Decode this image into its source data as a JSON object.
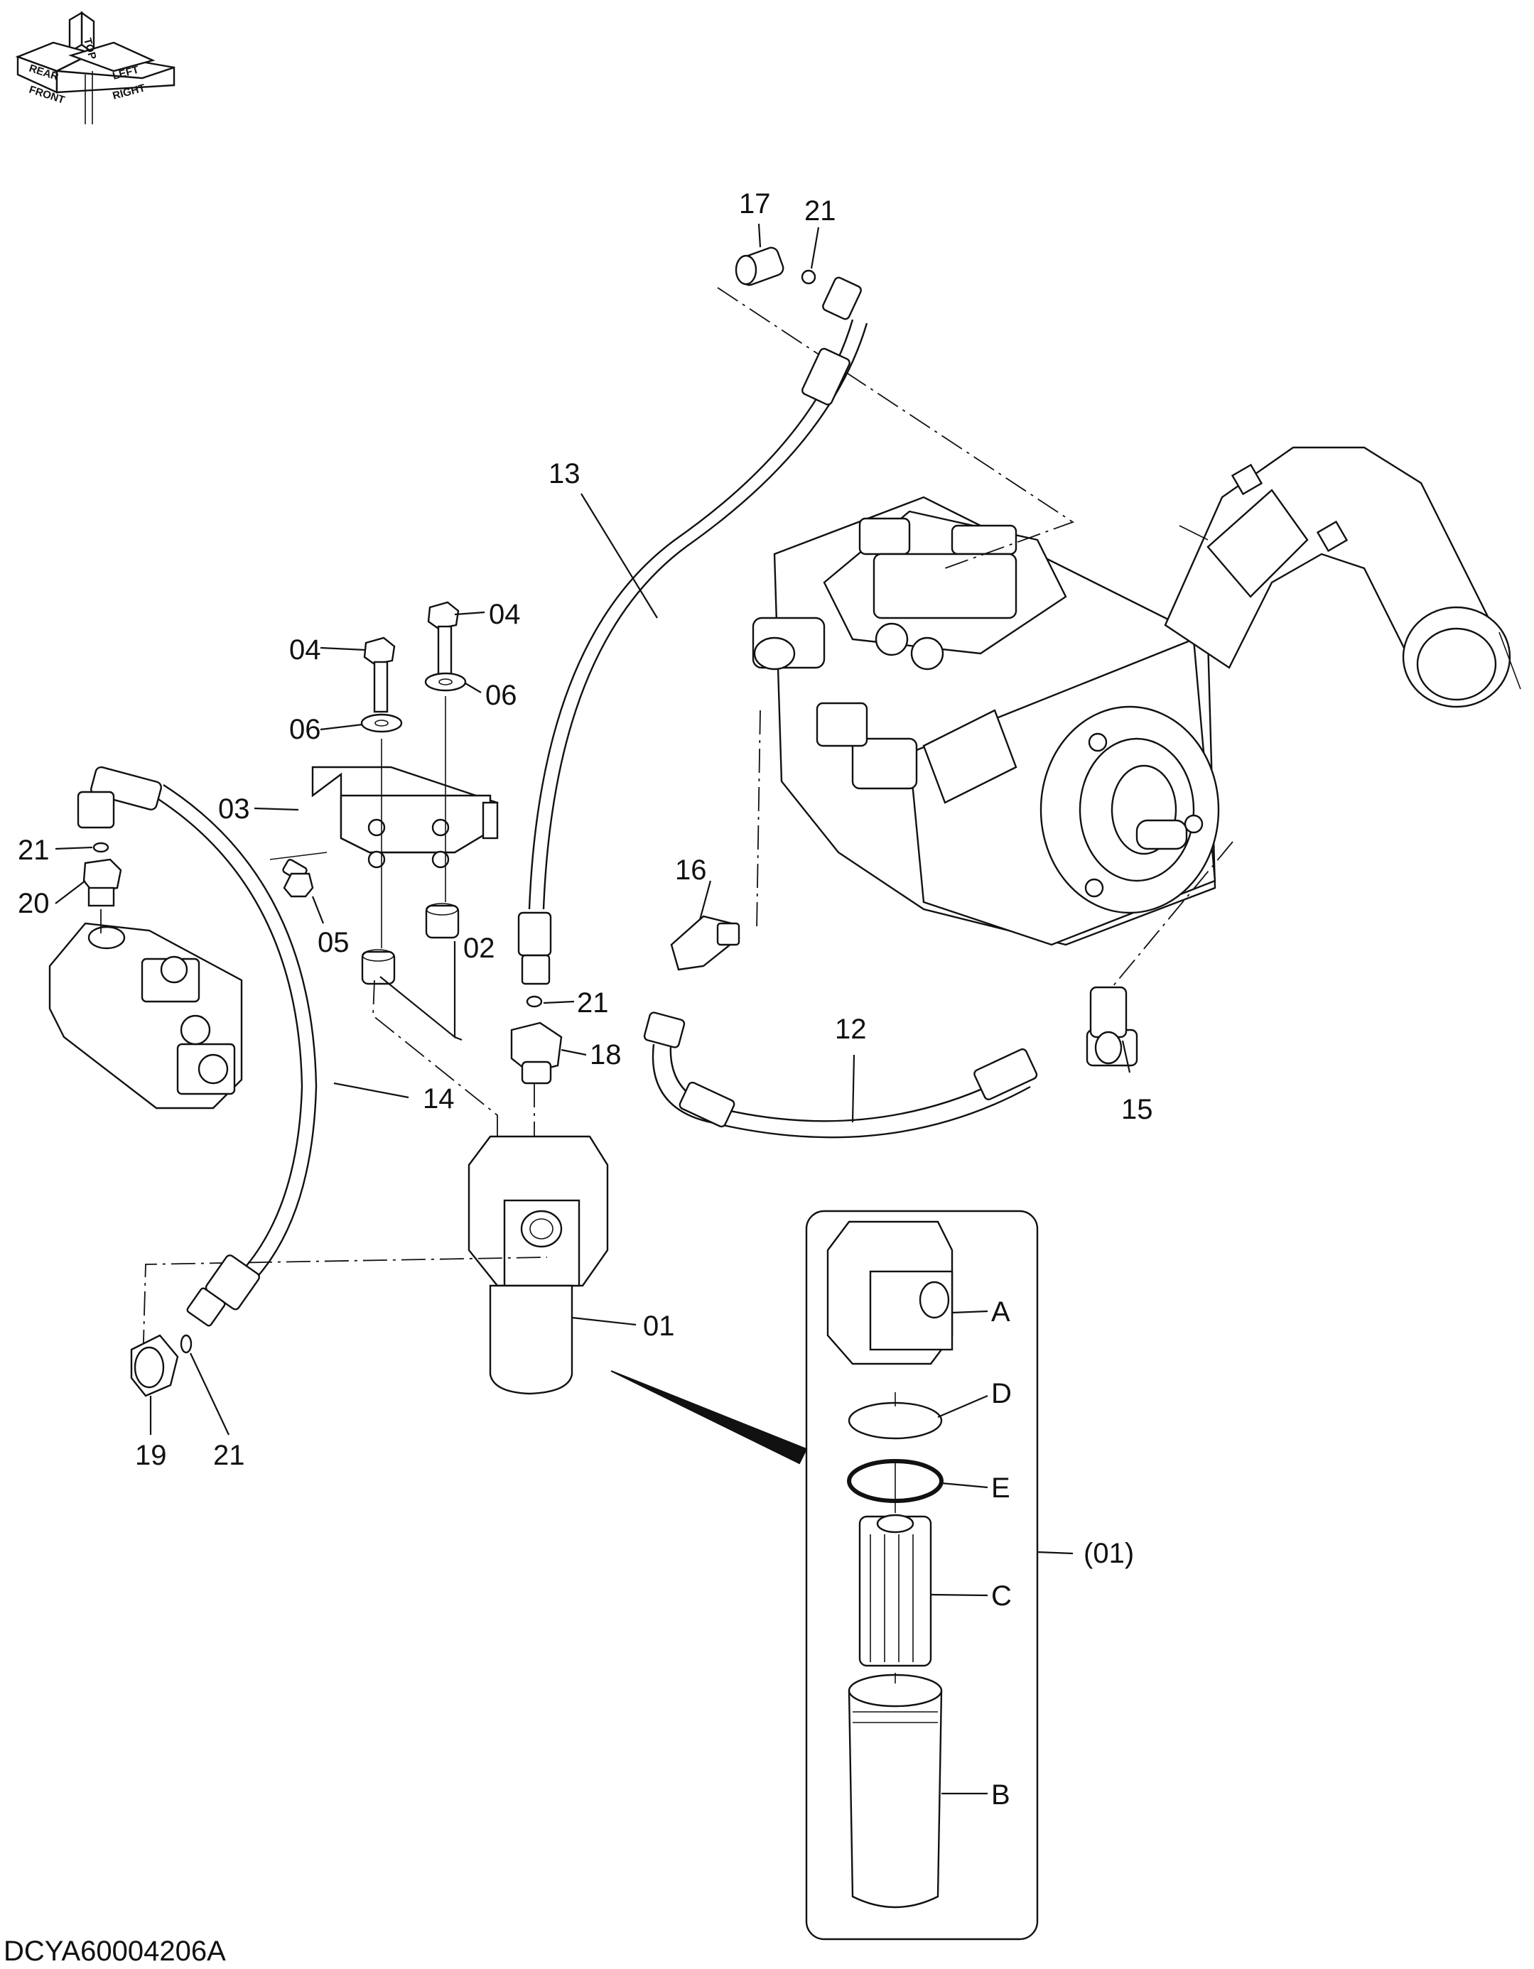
{
  "document": {
    "id": "DCYA60004206A"
  },
  "orientation": {
    "top": "TOP",
    "front": "FRONT",
    "right": "RIGHT",
    "left": "LEFT",
    "rear": "REAR"
  },
  "callouts": {
    "c17": "17",
    "c21a": "21",
    "c13": "13",
    "c04a": "04",
    "c04b": "04",
    "c06a": "06",
    "c06b": "06",
    "c03": "03",
    "c05": "05",
    "c02": "02",
    "c21b": "21",
    "c18": "18",
    "c16": "16",
    "c12": "12",
    "c15": "15",
    "c21c": "21",
    "c20": "20",
    "c14": "14",
    "c01": "01",
    "c19": "19",
    "c21d": "21",
    "detail": "(01)",
    "A": "A",
    "B": "B",
    "C": "C",
    "D": "D",
    "E": "E"
  },
  "icons": {
    "orientation": "orientation-cube-icon"
  },
  "colors": {
    "line": "#111111",
    "background": "#ffffff"
  }
}
